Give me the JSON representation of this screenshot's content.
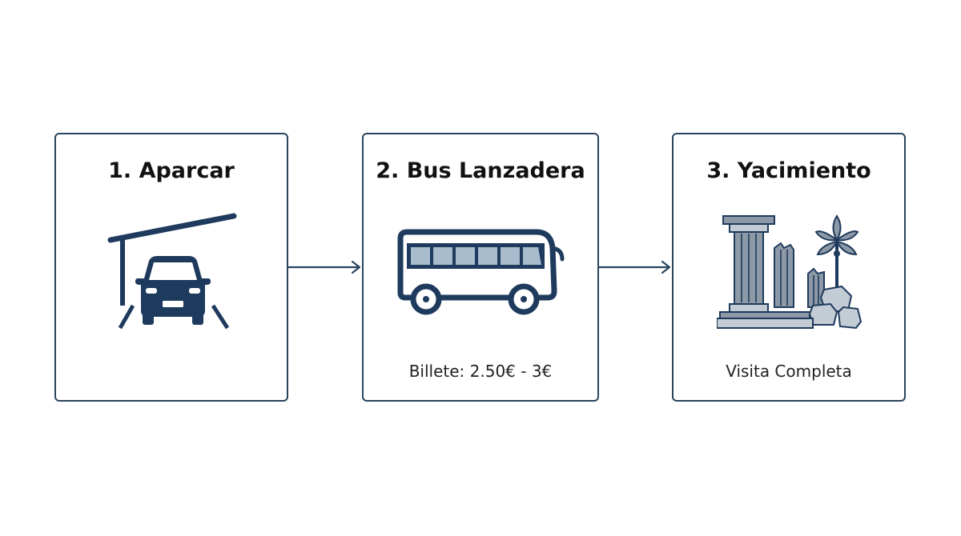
{
  "colors": {
    "navy": "#2a4560",
    "icon_dark": "#1e3a5c",
    "icon_fill": "#a9bccd",
    "stone": "#8d99a6",
    "stone_light": "#c3ccd5",
    "text": "#111111"
  },
  "steps": [
    {
      "title": "1. Aparcar",
      "caption": "",
      "icon": "carport-car-icon"
    },
    {
      "title": "2. Bus Lanzadera",
      "caption": "Billete: 2.50€ - 3€",
      "icon": "bus-icon"
    },
    {
      "title": "3. Yacimiento",
      "caption": "Visita Completa",
      "icon": "ruins-columns-icon"
    }
  ],
  "connectors": [
    {
      "from": "1. Aparcar",
      "to": "2. Bus Lanzadera"
    },
    {
      "from": "2. Bus Lanzadera",
      "to": "3. Yacimiento"
    }
  ]
}
